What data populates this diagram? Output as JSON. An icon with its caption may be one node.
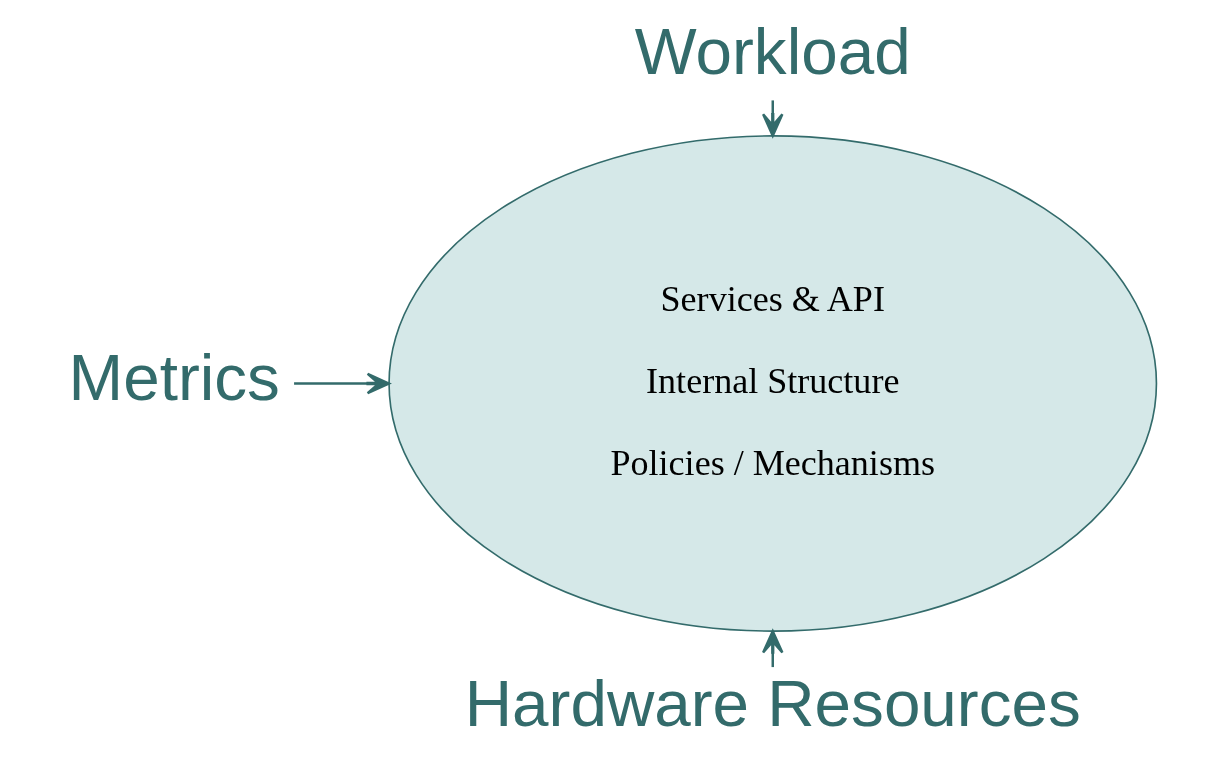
{
  "diagram": {
    "nodes": [
      {
        "text": [
          "Workload"
        ]
      },
      {
        "text": [
          "Metrics"
        ]
      },
      {
        "text": [
          "Services & API",
          "Internal Structure",
          "Policies / Mechanisms"
        ]
      },
      {
        "text": [
          "Hardware Resources"
        ]
      }
    ],
    "edges": [
      {
        "from": 0,
        "to": 2,
        "arrow": "to"
      },
      {
        "from": 1,
        "to": 2,
        "arrow": "to"
      },
      {
        "from": 3,
        "to": 2,
        "arrow": "to"
      }
    ]
  }
}
